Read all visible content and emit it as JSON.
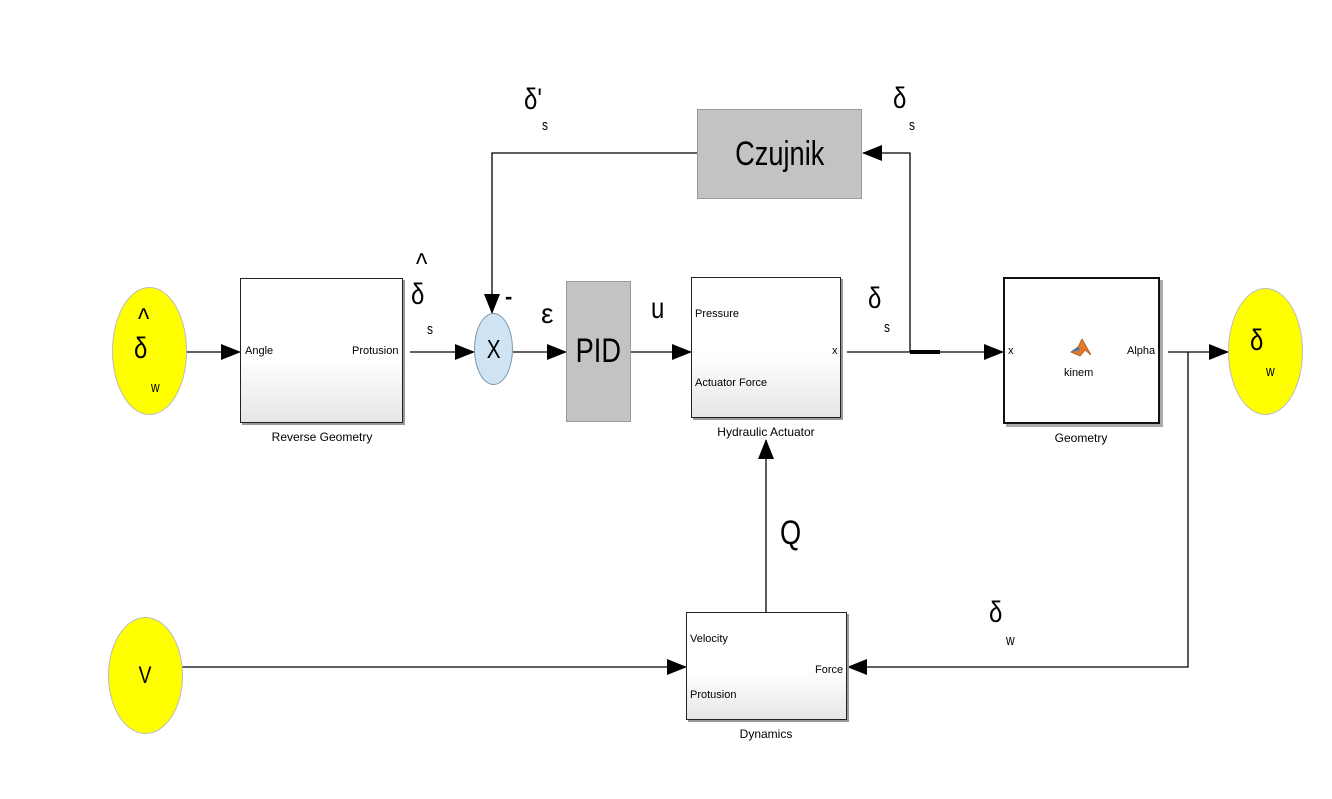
{
  "blocks": {
    "reverse_geometry": {
      "caption": "Reverse Geometry",
      "in_port": "Angle",
      "out_port": "Protusion"
    },
    "sum": {
      "label": "X",
      "minus_sign": "-"
    },
    "pid": {
      "label": "PID"
    },
    "hydraulic_actuator": {
      "caption": "Hydraulic Actuator",
      "in_port_1": "Pressure",
      "in_port_2": "Actuator Force",
      "out_port": "x"
    },
    "geometry": {
      "caption": "Geometry",
      "in_port": "x",
      "out_port": "Alpha",
      "function_name": "kinem"
    },
    "czujnik": {
      "label": "Czujnik"
    },
    "dynamics": {
      "caption": "Dynamics",
      "in_port_1": "Velocity",
      "in_port_2": "Protusion",
      "out_port": "Force"
    }
  },
  "terminals": {
    "input_delta_w": {
      "hat": "^",
      "symbol": "δ",
      "subscript": "w"
    },
    "velocity": {
      "label": "V"
    },
    "output_delta_w": {
      "symbol": "δ",
      "subscript": "w"
    }
  },
  "signals": {
    "delta_s_hat": {
      "hat": "^",
      "symbol": "δ",
      "subscript": "s"
    },
    "delta_s_prime": {
      "symbol": "δ'",
      "subscript": "s"
    },
    "epsilon": {
      "symbol": "ε"
    },
    "u": {
      "symbol": "u"
    },
    "delta_s_mid": {
      "symbol": "δ",
      "subscript": "s"
    },
    "delta_s_top": {
      "symbol": "δ",
      "subscript": "s"
    },
    "q": {
      "symbol": "Q"
    },
    "delta_w_feedback": {
      "symbol": "δ",
      "subscript": "w"
    }
  },
  "colors": {
    "terminal_fill": "#ffff00",
    "sum_fill": "#cfe3f2",
    "gray_block": "#c3c3c3"
  }
}
